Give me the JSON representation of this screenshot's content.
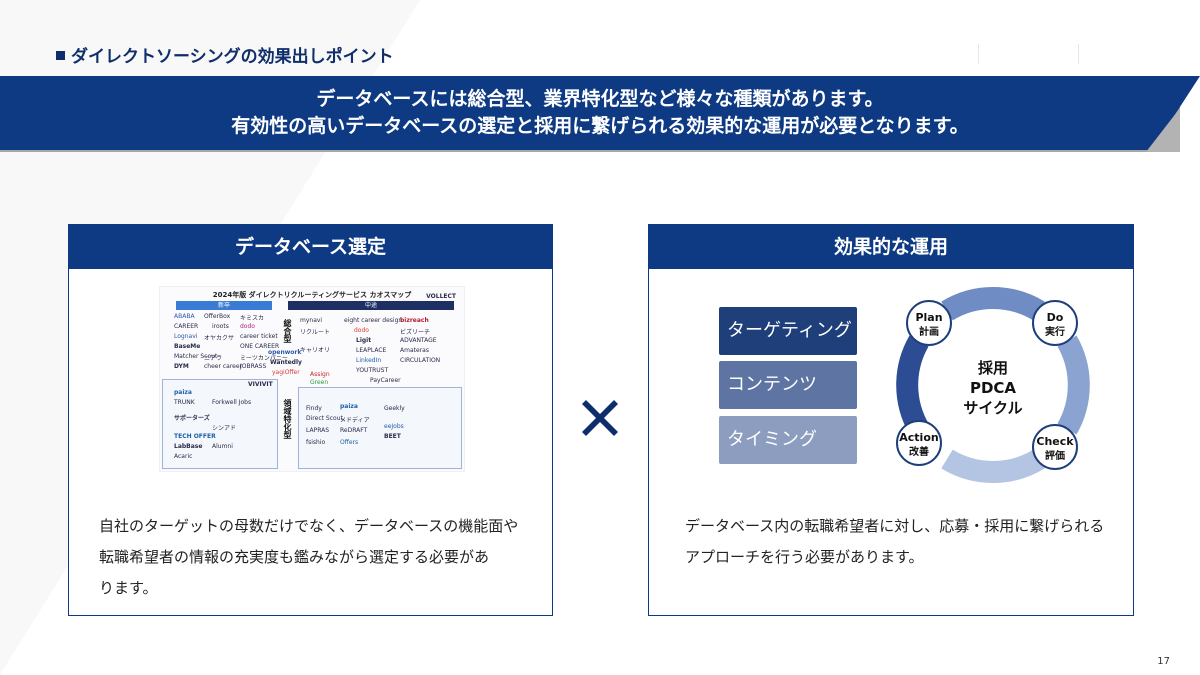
{
  "section_title": "ダイレクトソーシングの効果出しポイント",
  "banner": {
    "line1": "データベースには総合型、業界特化型など様々な種類があります。",
    "line2": "有効性の高いデータベースの選定と採用に繋げられる効果的な運用が必要となります。"
  },
  "left_card": {
    "title": "データベース選定",
    "text_lines": [
      "自社のターゲットの母数だけでなく、データベースの機能面や",
      "転職希望者の情報の充実度も鑑みながら選定する必要があ",
      "ります。"
    ],
    "chaos_map": {
      "title": "2024年版 ダイレクトリクルーティングサービス カオスマップ",
      "tag_new": "新卒",
      "tag_mid": "中途",
      "vertical_general": "総合型",
      "vertical_industry": "領域特化型",
      "credit": "VOLLECT",
      "logos_new": [
        "ABABA",
        "OfferBox",
        "キミスカ",
        "CAREER",
        "iroots",
        "dodo",
        "Lognavi",
        "オヤカクサ",
        "career ticket",
        "BaseMe",
        "ONE CAREER",
        "Matcher Scout",
        "ニアラ",
        "ミーツカンパニー",
        "DYM",
        "cheer career",
        "JOBRASS"
      ],
      "logos_mid": [
        "bizreach",
        "mynavi",
        "eight career design",
        "dodo",
        "リクルート",
        "ビズリーチ",
        "Ligit",
        "キャリオリ",
        "ADVANTAGE",
        "Amateras",
        "openwork",
        "Wantedly",
        "LinkedIn",
        "YOUTRUST",
        "yagiOffer",
        "Assign",
        "Green",
        "PayCareer",
        "CIRCULATION",
        "LEAPLACE",
        "VIVIVIT"
      ],
      "logos_industry": [
        "paiza",
        "TRUNK",
        "Forkwell Jobs",
        "Findy",
        "paiza",
        "Direct Scout",
        "メドディア",
        "LAPRAS",
        "ReDRAFT",
        "Offers",
        "Geekly",
        "TECH OFFER",
        "LabBase",
        "fsishio",
        "BEET",
        "eeJobs",
        "Acaric",
        "サポーターズ",
        "シンアド",
        "Alumni"
      ]
    }
  },
  "right_card": {
    "title": "効果的な運用",
    "pills": [
      "ターゲティング",
      "コンテンツ",
      "タイミング"
    ],
    "pill_colors": [
      "#1f3f7a",
      "#5e74a3",
      "#8d9dc0"
    ],
    "cycle": {
      "center": [
        "採用",
        "PDCA",
        "サイクル"
      ],
      "plan_en": "Plan",
      "plan_jp": "計画",
      "do_en": "Do",
      "do_jp": "実行",
      "check_en": "Check",
      "check_jp": "評価",
      "action_en": "Action",
      "action_jp": "改善"
    },
    "text_lines": [
      "データベース内の転職希望者に対し、応募・採用に繋げられる",
      "アプローチを行う必要があります。"
    ]
  },
  "page_number": "17",
  "colors": {
    "navy": "#0e3a83",
    "title_navy": "#0e2d6b",
    "shadow_gray": "#a6a6a6"
  }
}
